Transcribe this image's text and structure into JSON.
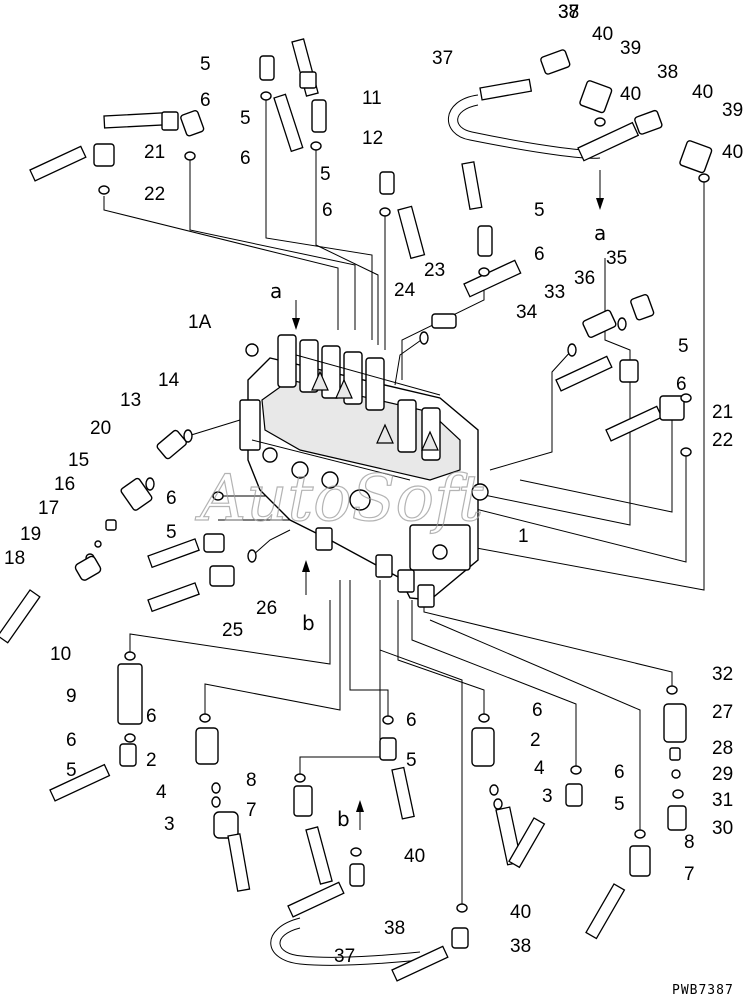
{
  "figure_code": "PWB7387",
  "watermark": "AutoSoft",
  "arrows": {
    "a_top": "a",
    "a_right": "a",
    "b_bottom": "b",
    "b_lower": "b"
  },
  "callouts": [
    {
      "id": "c37a",
      "text": "37"
    },
    {
      "id": "c38a",
      "text": "38"
    },
    {
      "id": "c40a",
      "text": "40"
    },
    {
      "id": "c39a",
      "text": "39"
    },
    {
      "id": "c40b",
      "text": "40"
    },
    {
      "id": "c38b",
      "text": "38"
    },
    {
      "id": "c40c",
      "text": "40"
    },
    {
      "id": "c39b",
      "text": "39"
    },
    {
      "id": "c40d",
      "text": "40"
    },
    {
      "id": "c5a",
      "text": "5"
    },
    {
      "id": "c6a",
      "text": "6"
    },
    {
      "id": "c11",
      "text": "11"
    },
    {
      "id": "c5b",
      "text": "5"
    },
    {
      "id": "c12",
      "text": "12"
    },
    {
      "id": "c21a",
      "text": "21"
    },
    {
      "id": "c6b",
      "text": "6"
    },
    {
      "id": "c22a",
      "text": "22"
    },
    {
      "id": "c5c",
      "text": "5"
    },
    {
      "id": "c6c",
      "text": "6"
    },
    {
      "id": "c5d",
      "text": "5"
    },
    {
      "id": "c6d",
      "text": "6"
    },
    {
      "id": "c23",
      "text": "23"
    },
    {
      "id": "c24",
      "text": "24"
    },
    {
      "id": "c35",
      "text": "35"
    },
    {
      "id": "c36",
      "text": "36"
    },
    {
      "id": "c33",
      "text": "33"
    },
    {
      "id": "c34",
      "text": "34"
    },
    {
      "id": "c1A",
      "text": "1A"
    },
    {
      "id": "c5e",
      "text": "5"
    },
    {
      "id": "c6e",
      "text": "6"
    },
    {
      "id": "c21b",
      "text": "21"
    },
    {
      "id": "c22b",
      "text": "22"
    },
    {
      "id": "c14",
      "text": "14"
    },
    {
      "id": "c13",
      "text": "13"
    },
    {
      "id": "c20",
      "text": "20"
    },
    {
      "id": "c15",
      "text": "15"
    },
    {
      "id": "c16",
      "text": "16"
    },
    {
      "id": "c17",
      "text": "17"
    },
    {
      "id": "c19",
      "text": "19"
    },
    {
      "id": "c18",
      "text": "18"
    },
    {
      "id": "c6f",
      "text": "6"
    },
    {
      "id": "c5f",
      "text": "5"
    },
    {
      "id": "c1",
      "text": "1"
    },
    {
      "id": "c26",
      "text": "26"
    },
    {
      "id": "c25",
      "text": "25"
    },
    {
      "id": "c10",
      "text": "10"
    },
    {
      "id": "c9",
      "text": "9"
    },
    {
      "id": "c6g",
      "text": "6"
    },
    {
      "id": "c6h",
      "text": "6"
    },
    {
      "id": "c5g",
      "text": "5"
    },
    {
      "id": "c2a",
      "text": "2"
    },
    {
      "id": "c4a",
      "text": "4"
    },
    {
      "id": "c3a",
      "text": "3"
    },
    {
      "id": "c8a",
      "text": "8"
    },
    {
      "id": "c7a",
      "text": "7"
    },
    {
      "id": "c6i",
      "text": "6"
    },
    {
      "id": "c5h",
      "text": "5"
    },
    {
      "id": "c6j",
      "text": "6"
    },
    {
      "id": "c2b",
      "text": "2"
    },
    {
      "id": "c4b",
      "text": "4"
    },
    {
      "id": "c3b",
      "text": "3"
    },
    {
      "id": "c6k",
      "text": "6"
    },
    {
      "id": "c5i",
      "text": "5"
    },
    {
      "id": "c32",
      "text": "32"
    },
    {
      "id": "c27",
      "text": "27"
    },
    {
      "id": "c28",
      "text": "28"
    },
    {
      "id": "c29",
      "text": "29"
    },
    {
      "id": "c31",
      "text": "31"
    },
    {
      "id": "c30",
      "text": "30"
    },
    {
      "id": "c8b",
      "text": "8"
    },
    {
      "id": "c7b",
      "text": "7"
    },
    {
      "id": "c40e",
      "text": "40"
    },
    {
      "id": "c38c",
      "text": "38"
    },
    {
      "id": "c37b",
      "text": "37"
    },
    {
      "id": "c40f",
      "text": "40"
    },
    {
      "id": "c38d",
      "text": "38"
    }
  ]
}
